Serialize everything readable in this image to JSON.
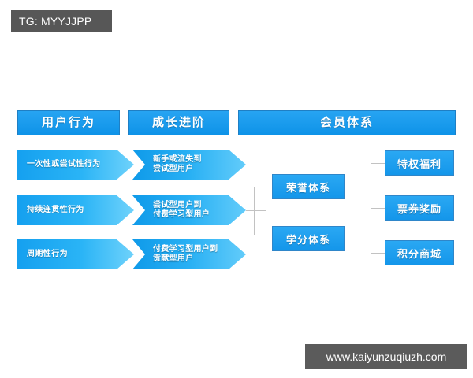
{
  "overlay": {
    "tg_tag": "TG: MYYJJPP",
    "watermark": "www.kaiyunzuqiuzh.com"
  },
  "diagram": {
    "columns": [
      {
        "id": "user-behavior",
        "label": "用户行为"
      },
      {
        "id": "growth-stage",
        "label": "成长进阶"
      },
      {
        "id": "membership-system",
        "label": "会员体系"
      }
    ],
    "behavior_rows": [
      {
        "behavior": "一次性或尝试性行为",
        "transition": "新手或流失到\n尝试型用户"
      },
      {
        "behavior": "持续连贯性行为",
        "transition": "尝试型用户到\n付费学习型用户"
      },
      {
        "behavior": "周期性行为",
        "transition": "付费学习型用户到\n贡献型用户"
      }
    ],
    "systems": [
      {
        "id": "honor-system",
        "label": "荣誉体系"
      },
      {
        "id": "credit-system",
        "label": "学分体系"
      }
    ],
    "rewards": [
      {
        "id": "privilege-benefits",
        "label": "特权福利"
      },
      {
        "id": "coupon-rewards",
        "label": "票券奖励"
      },
      {
        "id": "points-mall",
        "label": "积分商城"
      }
    ],
    "colors": {
      "primary_blue": "#1b9cf0",
      "header_blue": "#0e93e8",
      "chevron_light": "#6fd2fb",
      "connector_gray": "#c2c2c2",
      "overlay_gray": "#575757",
      "background": "#ffffff"
    }
  }
}
